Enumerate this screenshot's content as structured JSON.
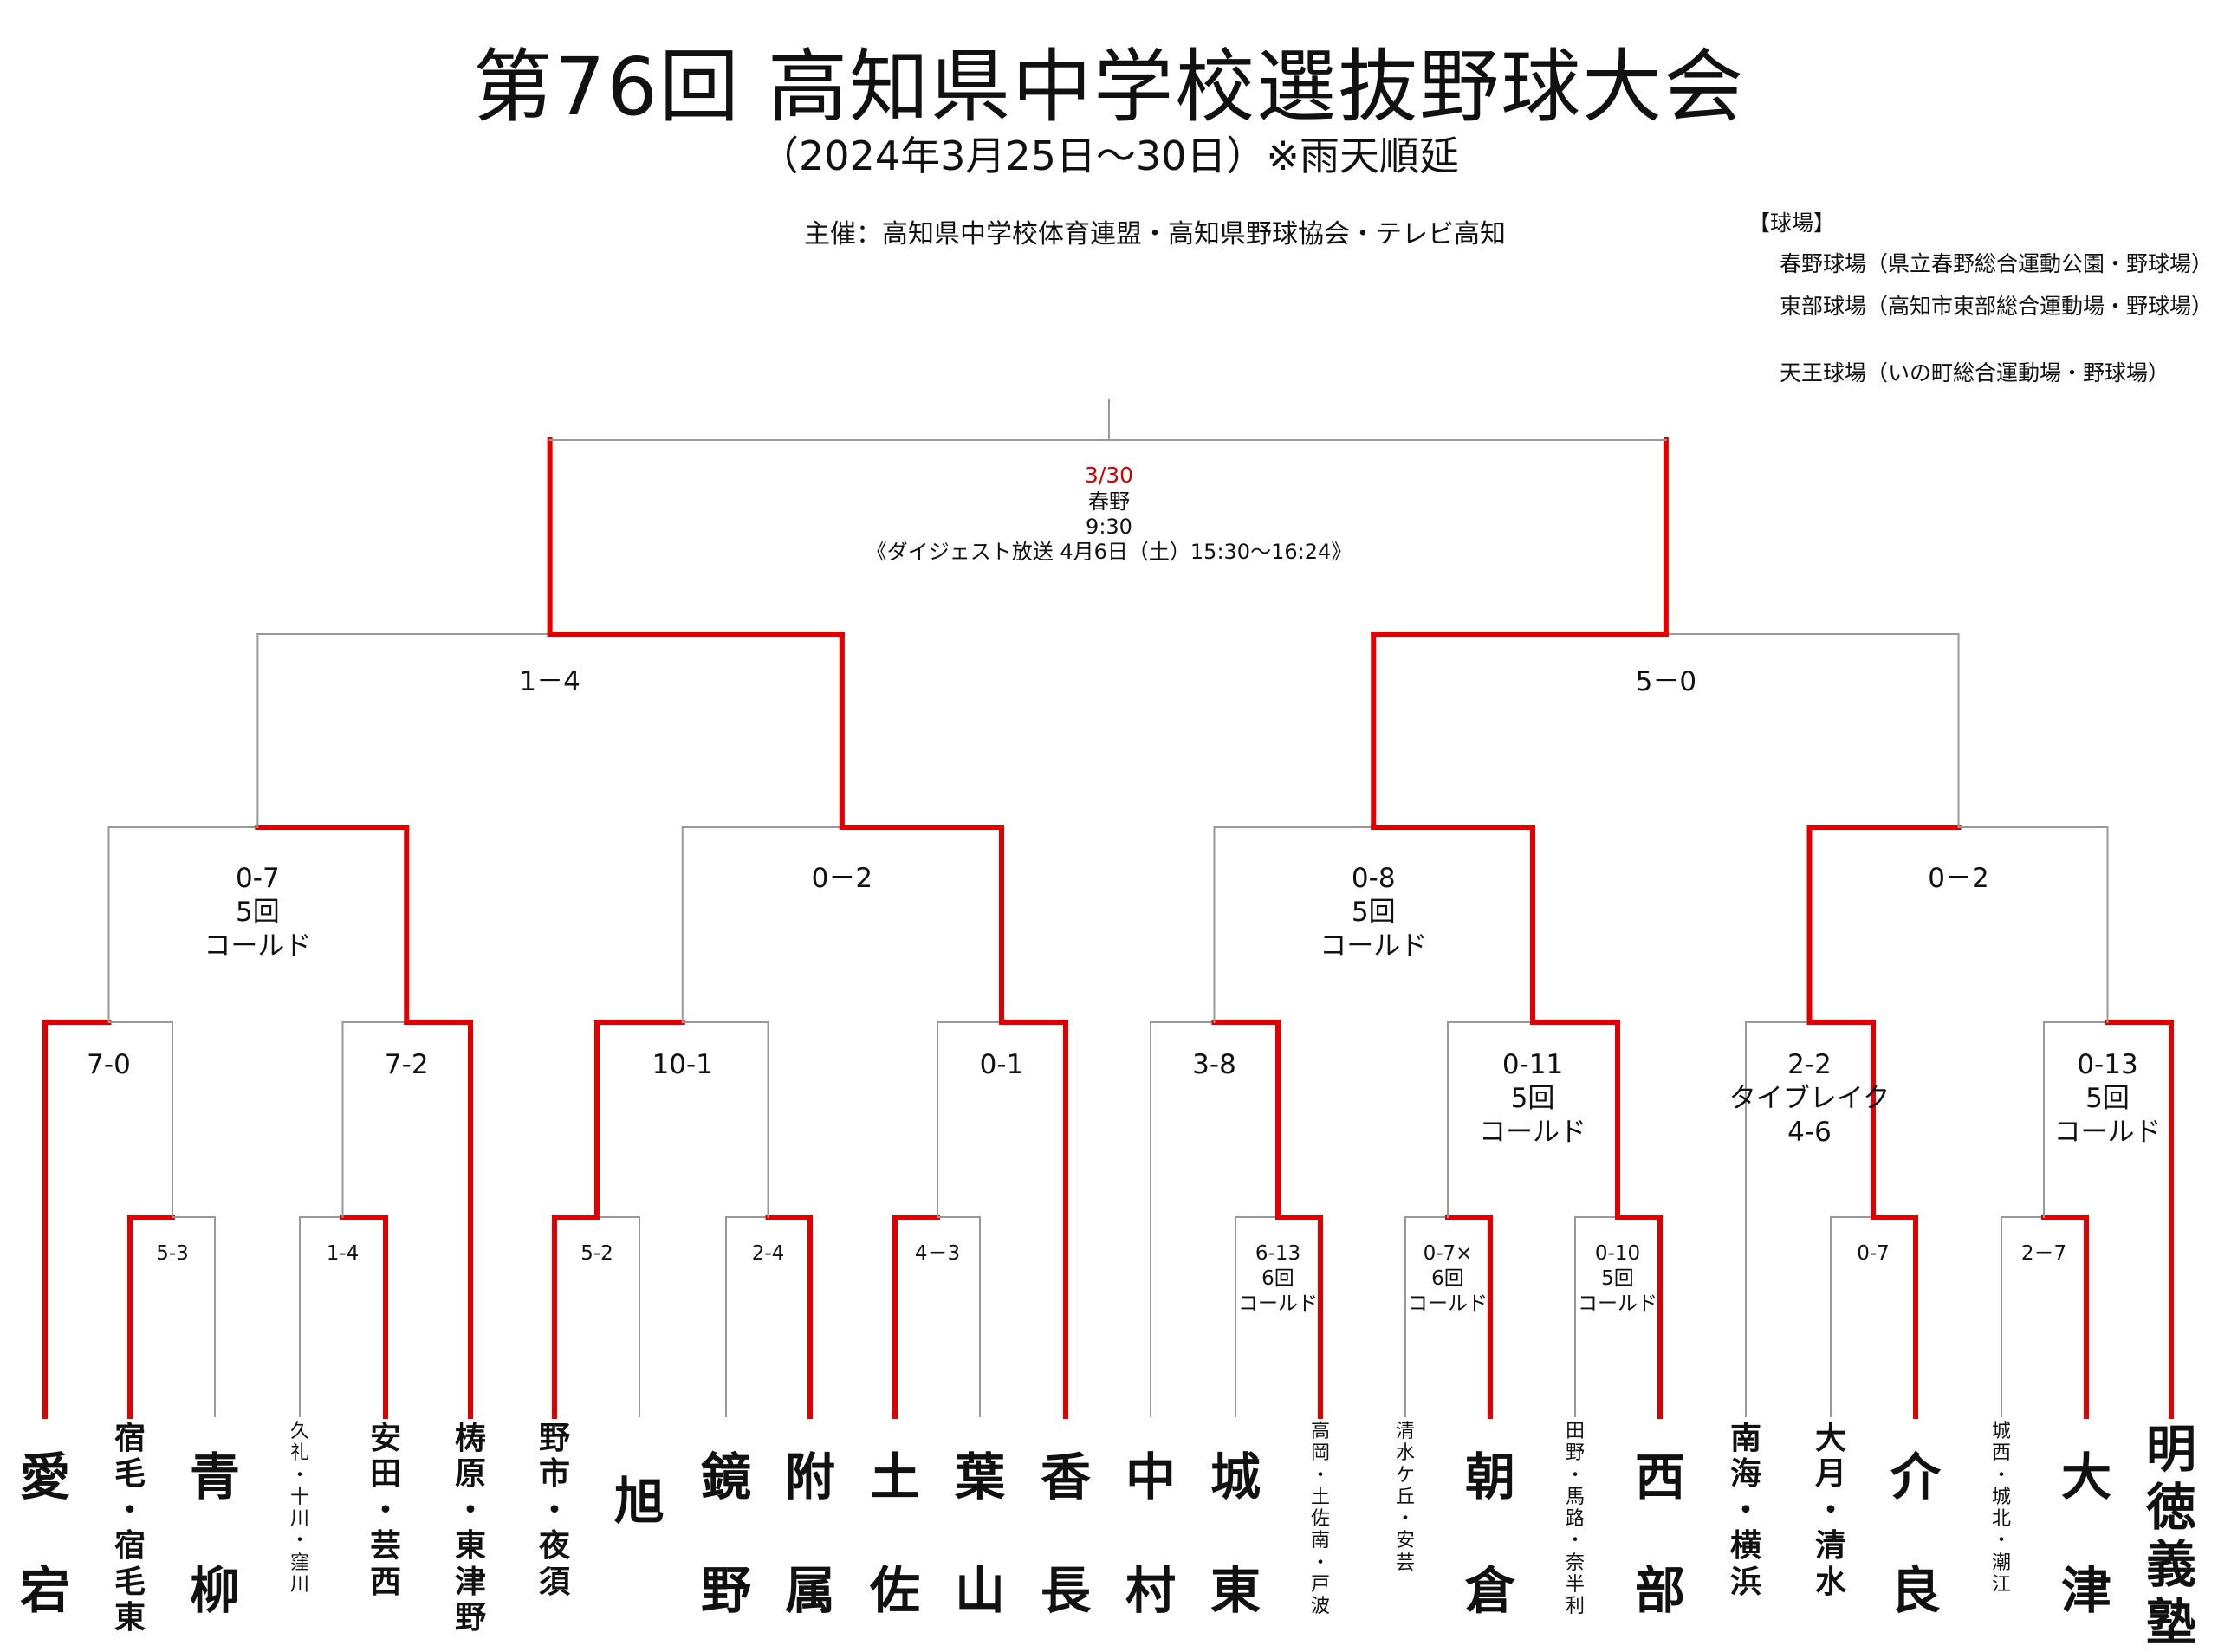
{
  "title": "第76回 高知県中学校選抜野球大会",
  "subtitle": "（2024年3月25日～30日）※雨天順延",
  "organizer": "主催：高知県中学校体育連盟・高知県野球協会・テレビ高知",
  "venues": {
    "heading": "【球場】",
    "items": [
      "春野球場（県立春野総合運動公園・野球場）",
      "東部球場（高知市東部総合運動場・野球場）",
      "天王球場（いの町総合運動場・野球場）"
    ]
  },
  "final": {
    "date": "3/30",
    "venue": "春野",
    "time": "9:30",
    "broadcast": "《ダイジェスト放送 4月6日（土）15:30～16:24》"
  },
  "colors": {
    "winner_line": "#e00000",
    "line": "#999999"
  },
  "teams": [
    {
      "name": "愛宕",
      "size": "big"
    },
    {
      "name": "宿毛・宿毛東",
      "size": "mid"
    },
    {
      "name": "青柳",
      "size": "big"
    },
    {
      "name": "久礼・十川・窪川",
      "size": "small"
    },
    {
      "name": "安田・芸西",
      "size": "mid"
    },
    {
      "name": "梼原・東津野",
      "size": "mid"
    },
    {
      "name": "野市・夜須",
      "size": "mid"
    },
    {
      "name": "旭",
      "size": "big"
    },
    {
      "name": "鏡野",
      "size": "big"
    },
    {
      "name": "附属",
      "size": "big"
    },
    {
      "name": "土佐",
      "size": "big"
    },
    {
      "name": "葉山",
      "size": "big"
    },
    {
      "name": "香長",
      "size": "big"
    },
    {
      "name": "中村",
      "size": "big"
    },
    {
      "name": "城東",
      "size": "big"
    },
    {
      "name": "高岡・土佐南・戸波",
      "size": "small"
    },
    {
      "name": "清水ケ丘・安芸",
      "size": "small"
    },
    {
      "name": "朝倉",
      "size": "big"
    },
    {
      "name": "田野・馬路・奈半利",
      "size": "small"
    },
    {
      "name": "西部",
      "size": "big"
    },
    {
      "name": "南海・横浜",
      "size": "mid"
    },
    {
      "name": "大月・清水",
      "size": "mid"
    },
    {
      "name": "介良",
      "size": "big"
    },
    {
      "name": "城西・城北・潮江",
      "size": "small"
    },
    {
      "name": "大津",
      "size": "big"
    },
    {
      "name": "明徳義塾",
      "size": "big"
    }
  ],
  "scores": {
    "r1": [
      {
        "lines": [
          "5-3"
        ]
      },
      {
        "lines": [
          "1-4"
        ]
      },
      {
        "lines": [
          "5-2"
        ]
      },
      {
        "lines": [
          "2-4"
        ]
      },
      {
        "lines": [
          "4－3"
        ]
      },
      {
        "lines": [
          "6-13",
          "6回",
          "コールド"
        ]
      },
      {
        "lines": [
          "0-7×",
          "6回",
          "コールド"
        ]
      },
      {
        "lines": [
          "0-10",
          "5回",
          "コールド"
        ]
      },
      {
        "lines": [
          "0-7"
        ]
      },
      {
        "lines": [
          "2－7"
        ]
      }
    ],
    "r2": [
      {
        "lines": [
          "7-0"
        ]
      },
      {
        "lines": [
          "7-2"
        ]
      },
      {
        "lines": [
          "10-1"
        ]
      },
      {
        "lines": [
          "0-1"
        ]
      },
      {
        "lines": [
          "3-8"
        ]
      },
      {
        "lines": [
          "0-11",
          "5回",
          "コールド"
        ]
      },
      {
        "lines": [
          "2-2",
          "タイブレイク",
          "4-6"
        ]
      },
      {
        "lines": [
          "0-13",
          "5回",
          "コールド"
        ]
      }
    ],
    "qf": [
      {
        "lines": [
          "0-7",
          "5回",
          "コールド"
        ]
      },
      {
        "lines": [
          "0－2"
        ]
      },
      {
        "lines": [
          "0-8",
          "5回",
          "コールド"
        ]
      },
      {
        "lines": [
          "0－2"
        ]
      }
    ],
    "sf": [
      {
        "lines": [
          "1－4"
        ]
      },
      {
        "lines": [
          "5－0"
        ]
      }
    ]
  }
}
